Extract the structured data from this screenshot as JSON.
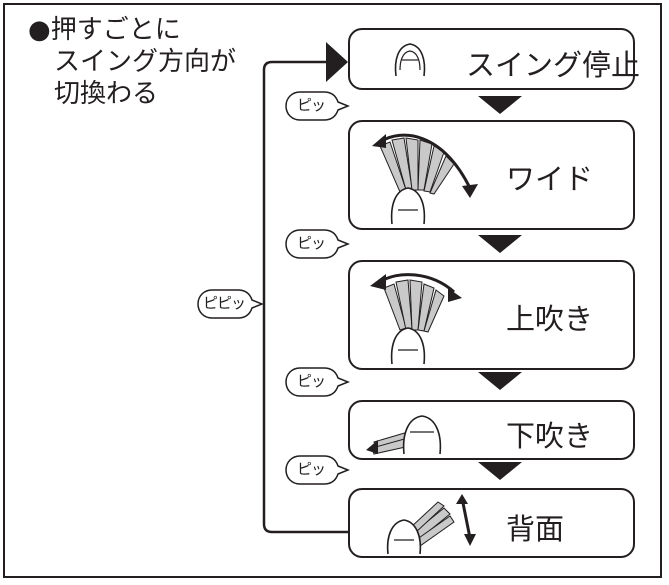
{
  "note": {
    "bullet": "●",
    "line1": "押すごとに",
    "line2": "スイング方向が",
    "line3": "切換わる"
  },
  "modes": [
    {
      "label": "スイング停止",
      "icon": "unit-stopped-icon"
    },
    {
      "label": "ワイド",
      "icon": "wide-swing-icon"
    },
    {
      "label": "上吹き",
      "icon": "upward-swing-icon"
    },
    {
      "label": "下吹き",
      "icon": "downward-swing-icon"
    },
    {
      "label": "背面",
      "icon": "back-swing-icon"
    }
  ],
  "beeps": {
    "single": "ピッ",
    "double": "ピピッ"
  },
  "colors": {
    "ink": "#231f20",
    "background": "#ffffff"
  }
}
